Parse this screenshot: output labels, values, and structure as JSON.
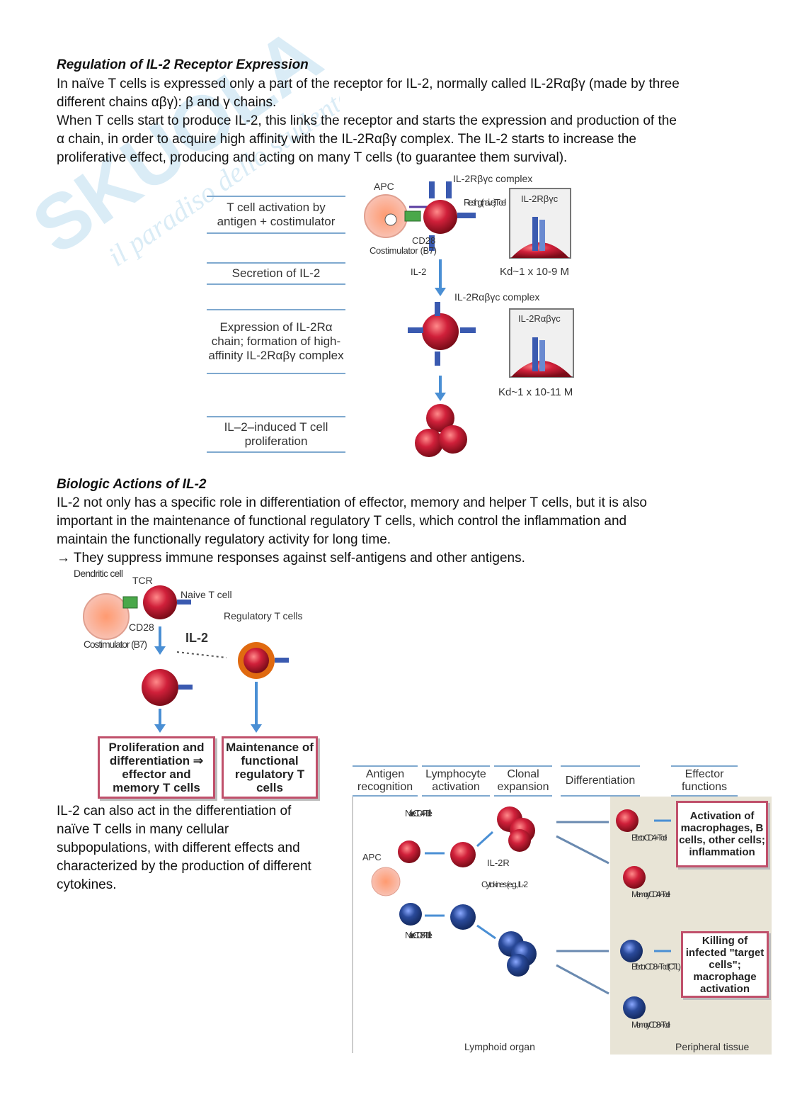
{
  "watermark": {
    "brand": "SKUOLA",
    "tagline": "il paradiso dello studente"
  },
  "section1": {
    "title": "Regulation of IL-2 Receptor Expression",
    "lines": [
      "In naïve T cells is expressed only a part of the receptor for IL-2, normally called IL-2Rαβγ (made by three",
      "different chains αβγ): β and γ chains.",
      "When T cells start to produce IL-2, this links the receptor and starts the expression and production of the",
      "α chain, in order to acquire high affinity with the IL-2Rαβγ complex. The IL-2 starts to increase the",
      "proliferative effect, producing and acting on many T cells (to guarantee them survival)."
    ]
  },
  "figure1": {
    "steps": [
      "T cell activation by antigen + costimulator",
      "Secretion of IL-2",
      "Expression of IL-2Rα chain; formation of high-affinity IL-2Rαβγ complex",
      "IL–2–induced T cell proliferation"
    ],
    "labels": {
      "apc": "APC",
      "resting": "Resting (naive) T cell",
      "cd28": "CD28",
      "costimulator": "Costimulator (B7)",
      "il2": "IL-2",
      "complex1": "IL-2Rβγc complex",
      "complex2": "IL-2Rαβγc complex",
      "inset1": "IL-2Rβγc",
      "inset2": "IL-2Rαβγc",
      "kd1": "Kd~1 x 10-9 M",
      "kd2": "Kd~1 x 10-11 M"
    }
  },
  "section2": {
    "title": "Biologic Actions of IL-2",
    "lines": [
      "IL-2 not only has a specific role in differentiation of effector, memory and helper T cells, but it is also",
      "important in the maintenance of functional regulatory T cells, which control the inflammation and",
      "maintain the functionally regulatory activity for long time.",
      "→ They suppress immune responses against self-antigens and other antigens."
    ]
  },
  "figure2": {
    "labels": {
      "dendritic": "Dendritic cell",
      "tcr": "TCR",
      "naive": "Naive T cell",
      "cd28": "CD28",
      "costimulator": "Costimulator (B7)",
      "il2": "IL-2",
      "regulatory": "Regulatory T cells"
    },
    "box_left": "Proliferation and differentiation ⇒ effector and memory T cells",
    "box_right": "Maintenance of functional regulatory T cells"
  },
  "section3": {
    "lines": [
      "IL-2 can also act in the differentiation of",
      "naïve T cells in many cellular",
      "subpopulations, with different effects and",
      "characterized by the production of different",
      "cytokines."
    ]
  },
  "figure3": {
    "headers": [
      "Antigen recognition",
      "Lymphocyte activation",
      "Clonal expansion",
      "Differentiation",
      "Effector functions"
    ],
    "labels": {
      "naive_cd4": "Naive CD4+ T cell",
      "apc": "APC",
      "il2r": "IL-2R",
      "cytokines": "Cytokines (e.g., IL-2",
      "naive_cd8": "Naive CD8+ T cell",
      "effector_cd4": "Effector CD4+ T cell",
      "memory_cd4": "Memory CD4+ T cell",
      "effector_cd8": "Effector CD8+ T cell (CTL)",
      "memory_cd8": "Memory CD8+ T cell",
      "lymphoid": "Lymphoid organ",
      "peripheral": "Peripheral tissue"
    },
    "box_top": "Activation of macrophages, B cells, other cells; inflammation",
    "box_bottom": "Killing of infected \"target cells\"; macrophage activation"
  },
  "colors": {
    "cell_red": "#c0182b",
    "cell_blue": "#2a4a9a",
    "accent_blue": "#4a8fd4",
    "box_border": "#c0506b",
    "tissue_bg": "#e8e4d6"
  }
}
